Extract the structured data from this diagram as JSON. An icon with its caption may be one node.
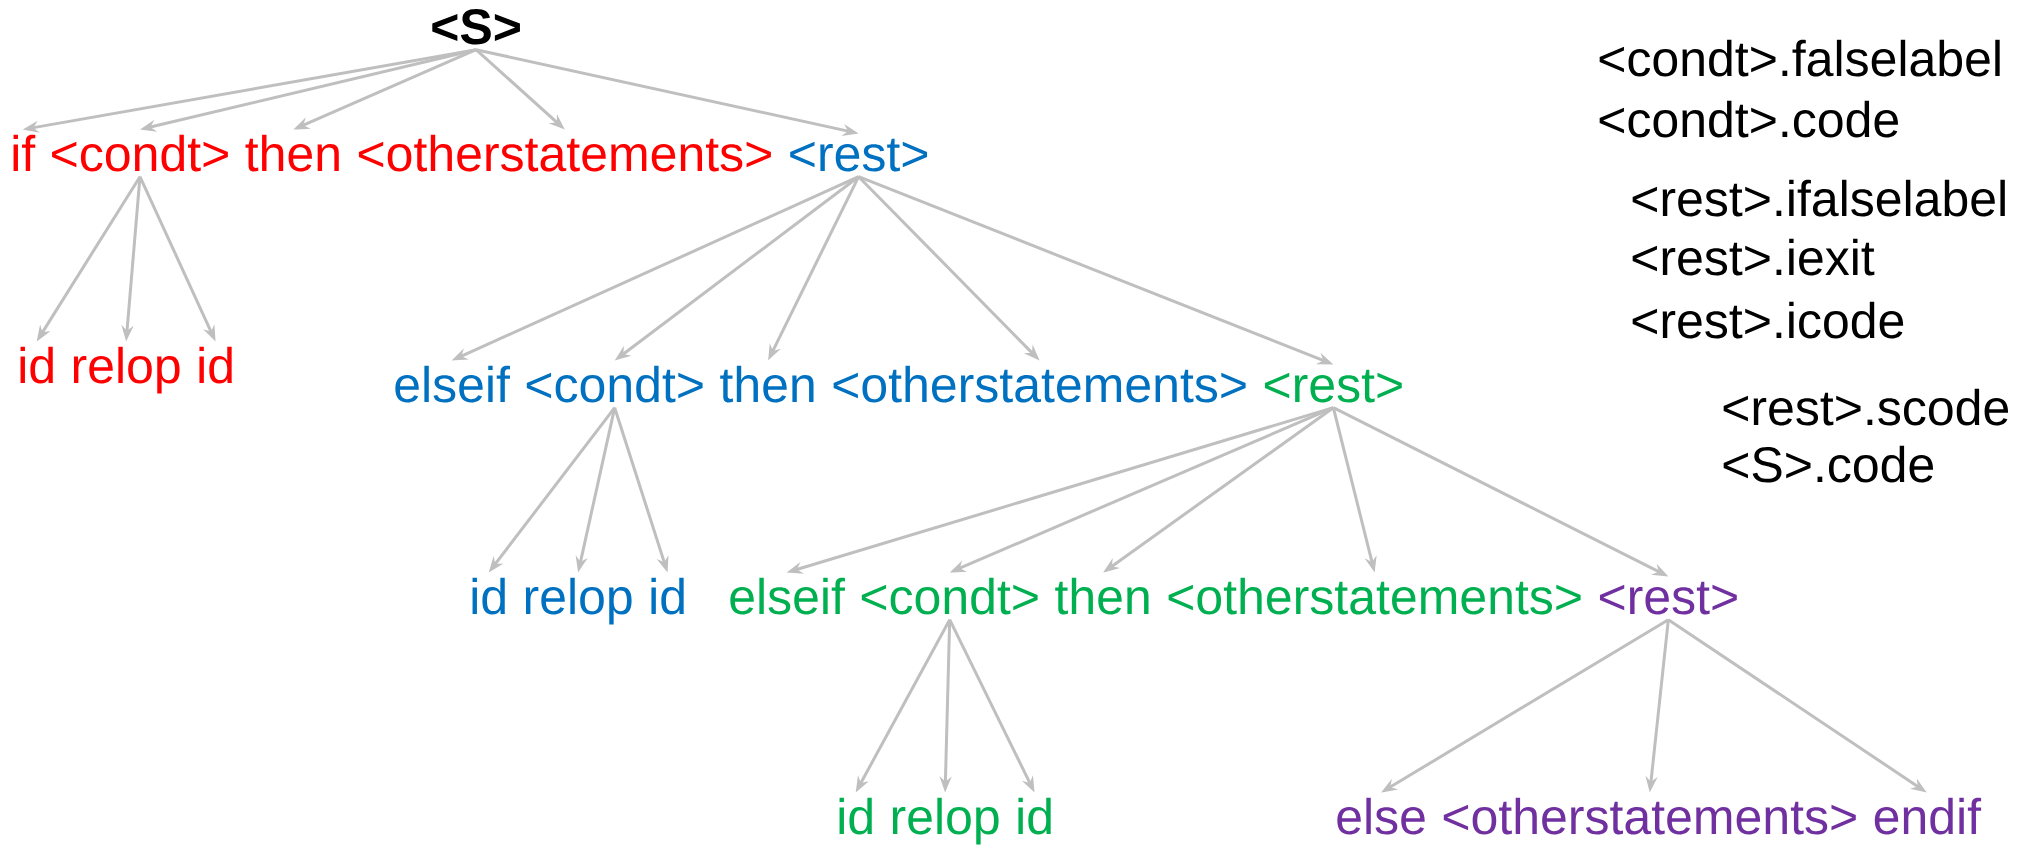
{
  "diagram": {
    "nodes": [
      {
        "text": [
          "<S>"
        ]
      },
      {
        "text": [
          "if"
        ]
      },
      {
        "text": [
          "<condt>"
        ]
      },
      {
        "text": [
          "then"
        ]
      },
      {
        "text": [
          "<otherstatements>"
        ]
      },
      {
        "text": [
          "<rest>"
        ]
      },
      {
        "text": [
          "id"
        ]
      },
      {
        "text": [
          "relop"
        ]
      },
      {
        "text": [
          "id"
        ]
      },
      {
        "text": [
          "elseif"
        ]
      },
      {
        "text": [
          "<condt>"
        ]
      },
      {
        "text": [
          "then"
        ]
      },
      {
        "text": [
          "<otherstatements>"
        ]
      },
      {
        "text": [
          "<rest>"
        ]
      },
      {
        "text": [
          "id"
        ]
      },
      {
        "text": [
          "relop"
        ]
      },
      {
        "text": [
          "id"
        ]
      },
      {
        "text": [
          "elseif"
        ]
      },
      {
        "text": [
          "<condt>"
        ]
      },
      {
        "text": [
          "then"
        ]
      },
      {
        "text": [
          "<otherstatements>"
        ]
      },
      {
        "text": [
          "<rest>"
        ]
      },
      {
        "text": [
          "id"
        ]
      },
      {
        "text": [
          "relop"
        ]
      },
      {
        "text": [
          "id"
        ]
      },
      {
        "text": [
          "else"
        ]
      },
      {
        "text": [
          "<otherstatements>"
        ]
      },
      {
        "text": [
          "endif"
        ]
      }
    ],
    "edges": [
      {
        "from": 0,
        "to": 1,
        "arrow": "to"
      },
      {
        "from": 0,
        "to": 2,
        "arrow": "to"
      },
      {
        "from": 0,
        "to": 3,
        "arrow": "to"
      },
      {
        "from": 0,
        "to": 4,
        "arrow": "to"
      },
      {
        "from": 0,
        "to": 5,
        "arrow": "to"
      },
      {
        "from": 2,
        "to": 6,
        "arrow": "to"
      },
      {
        "from": 2,
        "to": 7,
        "arrow": "to"
      },
      {
        "from": 2,
        "to": 8,
        "arrow": "to"
      },
      {
        "from": 5,
        "to": 9,
        "arrow": "to"
      },
      {
        "from": 5,
        "to": 10,
        "arrow": "to"
      },
      {
        "from": 5,
        "to": 11,
        "arrow": "to"
      },
      {
        "from": 5,
        "to": 12,
        "arrow": "to"
      },
      {
        "from": 5,
        "to": 13,
        "arrow": "to"
      },
      {
        "from": 10,
        "to": 14,
        "arrow": "to"
      },
      {
        "from": 10,
        "to": 15,
        "arrow": "to"
      },
      {
        "from": 10,
        "to": 16,
        "arrow": "to"
      },
      {
        "from": 13,
        "to": 17,
        "arrow": "to"
      },
      {
        "from": 13,
        "to": 18,
        "arrow": "to"
      },
      {
        "from": 13,
        "to": 19,
        "arrow": "to"
      },
      {
        "from": 13,
        "to": 20,
        "arrow": "to"
      },
      {
        "from": 13,
        "to": 21,
        "arrow": "to"
      },
      {
        "from": 18,
        "to": 22,
        "arrow": "to"
      },
      {
        "from": 18,
        "to": 23,
        "arrow": "to"
      },
      {
        "from": 18,
        "to": 24,
        "arrow": "to"
      },
      {
        "from": 21,
        "to": 25,
        "arrow": "to"
      },
      {
        "from": 21,
        "to": 26,
        "arrow": "to"
      },
      {
        "from": 21,
        "to": 27,
        "arrow": "to"
      }
    ],
    "labels": [
      "<condt>.falselabel",
      "<condt>.code",
      "<rest>.ifalselabel",
      "<rest>.iexit",
      "<rest>.icode",
      "<rest>.scode",
      "<S>.code"
    ]
  }
}
